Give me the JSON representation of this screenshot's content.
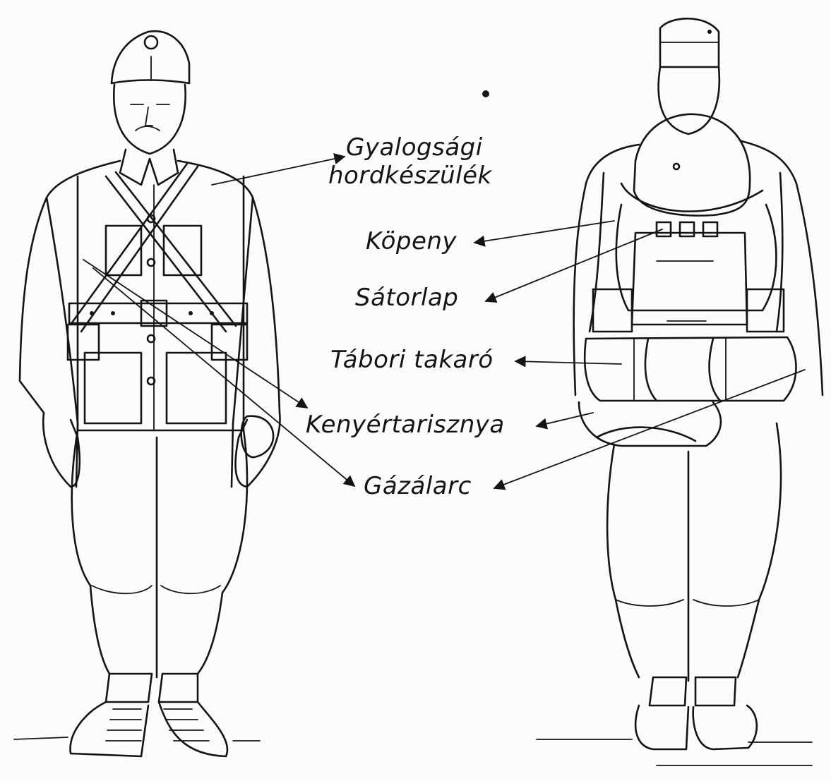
{
  "labels": {
    "hordkeszulek_line1": "Gyalogsági",
    "hordkeszulek_line2": "hordkészülék",
    "kopeny": "Köpeny",
    "satorlap": "Sátorlap",
    "tabori_takaro": "Tábori takaró",
    "kenyertarisznya": "Kenyértarisznya",
    "gazalarc": "Gázálarc"
  },
  "colors": {
    "ink": "#141414",
    "paper": "#fcfcfa"
  }
}
